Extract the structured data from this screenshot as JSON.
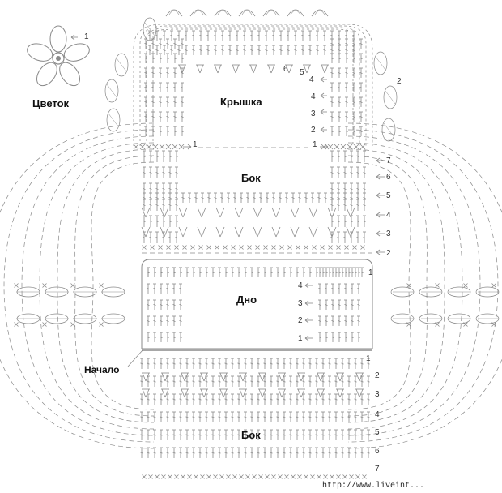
{
  "labels": {
    "flower": "Цветок",
    "lid": "Крышка",
    "side_top": "Бок",
    "bottom": "Дно",
    "start": "Начало",
    "side_bottom": "Бок"
  },
  "flower_round": "1",
  "lid_left_round": "1",
  "lid_rounds": [
    "1",
    "2",
    "3",
    "4",
    "5",
    "6"
  ],
  "lid_edge_round": "2",
  "side_top_rounds": [
    "1",
    "2",
    "3",
    "4",
    "5",
    "6",
    "7"
  ],
  "bottom_rounds": [
    "1",
    "2",
    "3",
    "4"
  ],
  "side_bottom_rounds": [
    "1",
    "2",
    "3",
    "4",
    "5",
    "6",
    "7"
  ],
  "watermark": "http://www.liveint..."
}
